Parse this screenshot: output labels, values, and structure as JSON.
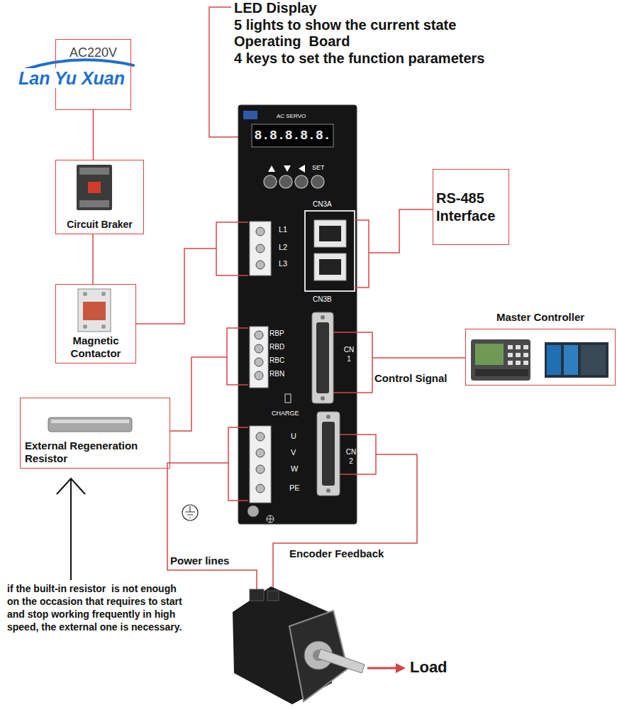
{
  "diagram": {
    "nodes": [
      {
        "text": [
          "AC220V"
        ]
      },
      {
        "text": [
          "Circuit Braker"
        ]
      },
      {
        "text": [
          "Magnetic Contactor"
        ]
      },
      {
        "text": [
          "RS-485 Interface"
        ]
      },
      {
        "text": [
          "Master Controller"
        ]
      },
      {
        "text": [
          "External Regeneration Resistor"
        ]
      },
      {
        "text": [
          "AC SERVO"
        ]
      },
      {
        "text": [
          "8.8.8.8.8."
        ],
        "in": 6
      },
      {
        "text": [
          "L1",
          "L2",
          "L3"
        ],
        "in": 6
      },
      {
        "text": [
          "CN3A",
          "CN3B"
        ],
        "in": 6
      },
      {
        "text": [
          "RBP",
          "RBD",
          "RBC",
          "RBN"
        ],
        "in": 6
      },
      {
        "text": [
          "CN 1"
        ],
        "in": 6
      },
      {
        "text": [
          "U",
          "V",
          "W",
          "PE"
        ],
        "in": 6
      },
      {
        "text": [
          "CN 2"
        ],
        "in": 6
      }
    ],
    "edges": [
      {
        "from": 0,
        "to": 1,
        "arrow": "none"
      },
      {
        "from": 1,
        "to": 2,
        "arrow": "none"
      },
      {
        "from": 2,
        "to": 8,
        "arrow": "none"
      },
      {
        "from": 3,
        "to": 9,
        "arrow": "none"
      },
      {
        "from": 4,
        "to": 11,
        "label": "Control Signal",
        "arrow": "none"
      },
      {
        "from": 5,
        "to": 10,
        "arrow": "none"
      }
    ],
    "labels": [
      "Lan Yu Xuan",
      "LED Display",
      "5 lights to show the current state",
      "Operating  Board",
      "4 keys to set the function parameters",
      "SET",
      "CHARGE",
      "Power lines",
      "Encoder Feedback",
      "Load",
      "if the built-in resistor  is not enough on the occasion that requires to start  and stop working frequently in high speed, the external one is necessary."
    ]
  }
}
